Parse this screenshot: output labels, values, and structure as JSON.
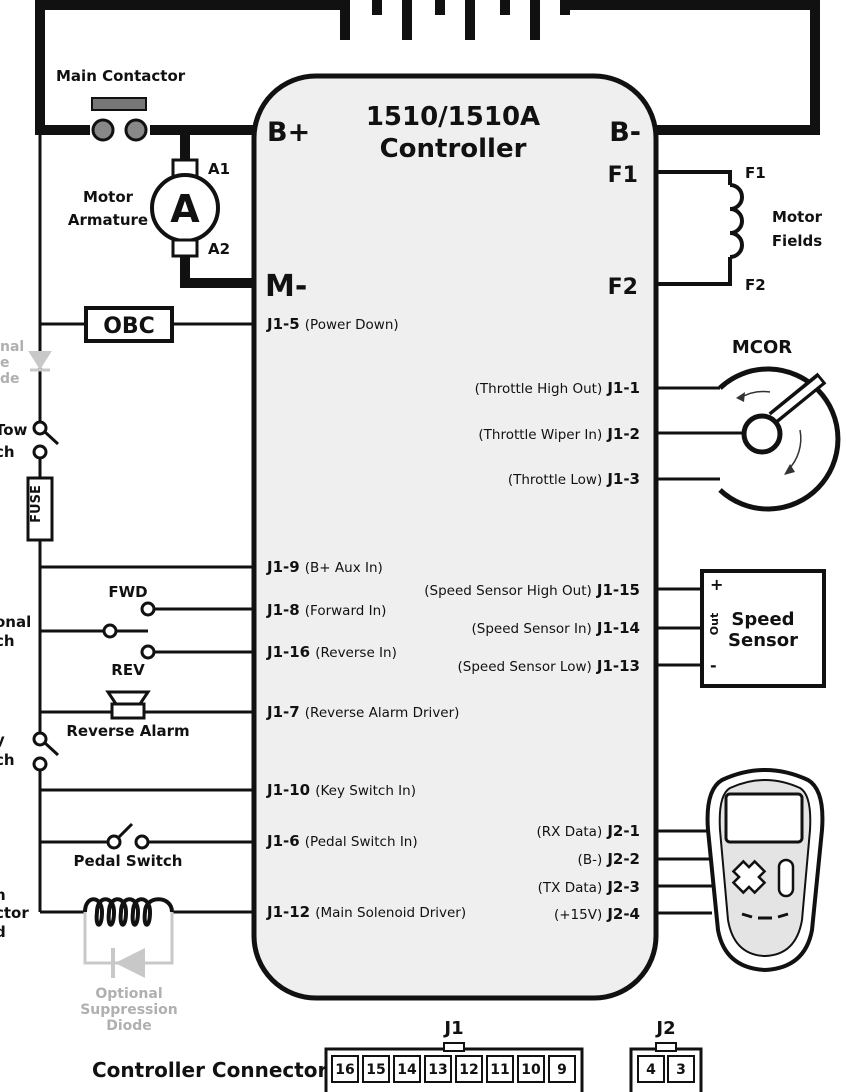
{
  "controller": {
    "title_line1": "1510/1510A",
    "title_line2": "Controller",
    "terminals": {
      "b_plus": "B+",
      "b_minus": "B-",
      "m_minus": "M-",
      "f1": "F1",
      "f2": "F2"
    }
  },
  "left_pins": [
    {
      "pin": "J1-5",
      "desc": "(Power Down)"
    },
    {
      "pin": "J1-9",
      "desc": "(B+ Aux In)"
    },
    {
      "pin": "J1-8",
      "desc": "(Forward In)"
    },
    {
      "pin": "J1-16",
      "desc": "(Reverse In)"
    },
    {
      "pin": "J1-7",
      "desc": "(Reverse Alarm Driver)"
    },
    {
      "pin": "J1-10",
      "desc": "(Key Switch In)"
    },
    {
      "pin": "J1-6",
      "desc": "(Pedal Switch In)"
    },
    {
      "pin": "J1-12",
      "desc": "(Main Solenoid Driver)"
    }
  ],
  "right_pins": [
    {
      "pin": "J1-1",
      "desc": "(Throttle High Out)"
    },
    {
      "pin": "J1-2",
      "desc": "(Throttle Wiper In)"
    },
    {
      "pin": "J1-3",
      "desc": "(Throttle Low)"
    },
    {
      "pin": "J1-15",
      "desc": "(Speed Sensor High Out)"
    },
    {
      "pin": "J1-14",
      "desc": "(Speed Sensor In)"
    },
    {
      "pin": "J1-13",
      "desc": "(Speed Sensor Low)"
    },
    {
      "pin": "J2-1",
      "desc": "(RX Data)"
    },
    {
      "pin": "J2-2",
      "desc": "(B-)"
    },
    {
      "pin": "J2-3",
      "desc": "(TX Data)"
    },
    {
      "pin": "J2-4",
      "desc": "(+15V)"
    }
  ],
  "labels": {
    "main_contactor": "Main Contactor",
    "motor_armature_1": "Motor",
    "motor_armature_2": "Armature",
    "armature_symbol": "A",
    "a1": "A1",
    "a2": "A2",
    "field_f1": "F1",
    "field_f2": "F2",
    "motor_fields_1": "Motor",
    "motor_fields_2": "Fields",
    "obc": "OBC",
    "mcor": "MCOR",
    "fuse": "FUSE",
    "fwd": "FWD",
    "rev": "REV",
    "reverse_alarm": "Reverse Alarm",
    "pedal_switch": "Pedal Switch",
    "speed_sensor_1": "Speed",
    "speed_sensor_2": "Sensor",
    "sensor_plus": "+",
    "sensor_out": "Out",
    "sensor_minus": "-",
    "opt_diode_1": "Optional",
    "opt_diode_2": "Suppression",
    "opt_diode_3": "Diode",
    "controller_connectors": "Controller Connectors",
    "j1": "J1",
    "j2": "J2"
  },
  "left_cut_labels": [
    "nal",
    "e",
    "de",
    "Tow",
    "ch",
    "onal",
    "ch",
    "y",
    "ch",
    "n",
    "ctor",
    "d"
  ],
  "j1_numbers": [
    "16",
    "15",
    "14",
    "13",
    "12",
    "11",
    "10",
    "9"
  ],
  "j2_numbers": [
    "4",
    "3"
  ],
  "colors": {
    "controller_fill": "#efefef",
    "ink": "#111111",
    "optional_gray": "#b0b0b0"
  }
}
